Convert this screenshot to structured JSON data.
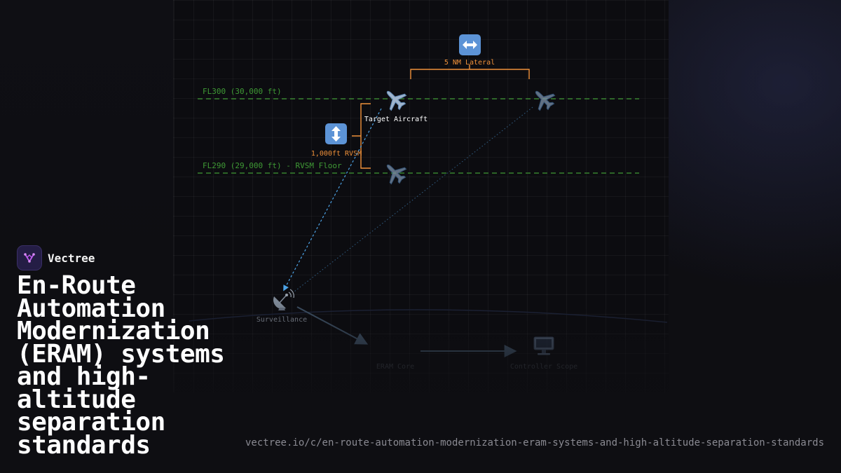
{
  "brand": {
    "name": "Vectree",
    "logo_icon": "vectree-logo-icon",
    "accent": "#a855f7"
  },
  "title": "En-Route Automation Modernization (ERAM) systems and high-altitude separation standards",
  "url": "vectree.io/c/en-route-automation-modernization-eram-systems-and-high-altitude-separation-standards",
  "diagram": {
    "flight_levels": {
      "upper": "FL300 (30,000 ft)",
      "lower": "FL290 (29,000 ft) - RVSM Floor",
      "color": "#3f9a35"
    },
    "lateral_label": "5 NM Lateral",
    "vertical_label": "1,000ft RVSM",
    "bracket_color": "#f0913a",
    "target_label": "Target Aircraft",
    "nodes": {
      "surveillance": "Surveillance",
      "eram_core": "ERAM Core",
      "controller_scope": "Controller Scope"
    },
    "icons": {
      "lateral": "left-right-arrow-icon",
      "vertical": "up-down-arrow-icon",
      "aircraft": "airplane-icon",
      "surveillance": "satellite-dish-icon",
      "scope": "desktop-computer-icon"
    },
    "link_color": "#4da3e6"
  }
}
